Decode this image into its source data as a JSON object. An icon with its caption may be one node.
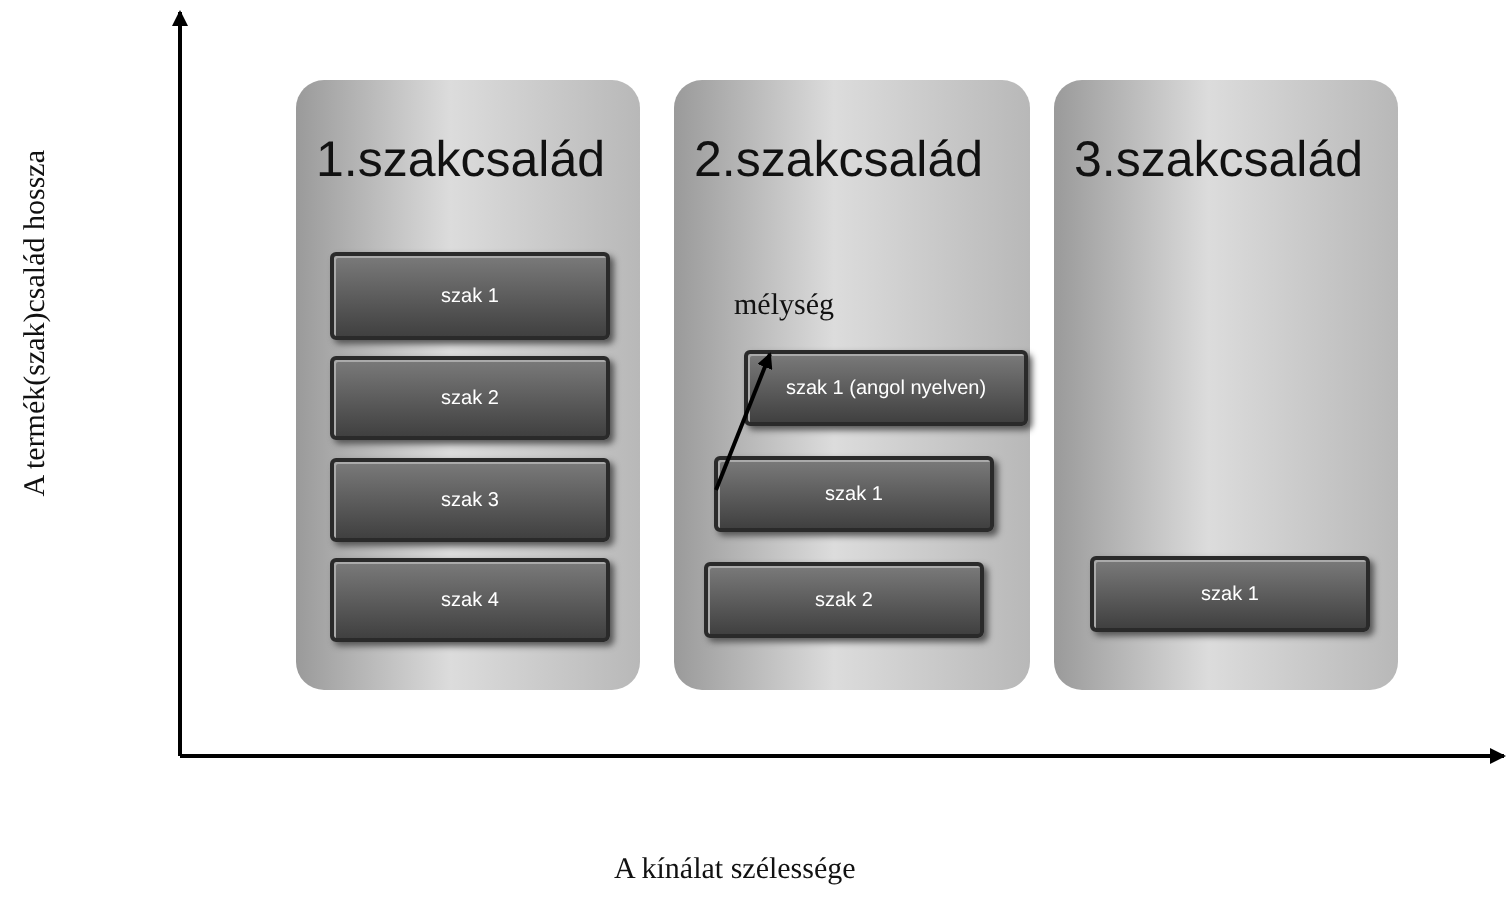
{
  "diagram": {
    "nodes": [
      {
        "text": [
          "1.szakcsalád"
        ]
      },
      {
        "text": [
          "szak 1"
        ],
        "in": 0
      },
      {
        "text": [
          "szak 2"
        ],
        "in": 0
      },
      {
        "text": [
          "szak 3"
        ],
        "in": 0
      },
      {
        "text": [
          "szak 4"
        ],
        "in": 0
      },
      {
        "text": [
          "2.szakcsalád"
        ]
      },
      {
        "text": [
          "szak 1 (angol nyelven)"
        ],
        "in": 5
      },
      {
        "text": [
          "szak 1"
        ],
        "in": 5
      },
      {
        "text": [
          "szak 2"
        ],
        "in": 5
      },
      {
        "text": [
          "3.szakcsalád"
        ]
      },
      {
        "text": [
          "szak 1"
        ],
        "in": 9
      }
    ],
    "edges": [
      {
        "from": 7,
        "to": 6,
        "arrow": "to",
        "label": "mélység"
      }
    ],
    "labels": [
      "A termék(szak)család hossza",
      "A kínálat szélessége"
    ]
  }
}
